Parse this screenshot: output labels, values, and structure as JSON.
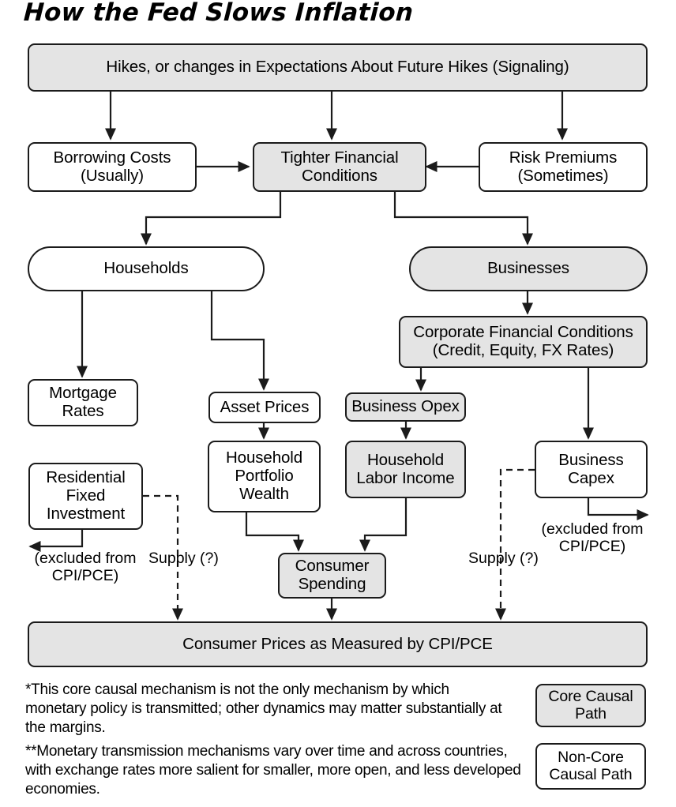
{
  "title": "How the Fed Slows Inflation",
  "nodes": {
    "hikes": "Hikes, or changes in Expectations About Future Hikes (Signaling)",
    "borrowing_costs": "Borrowing Costs\n(Usually)",
    "tighter_financial_conditions": "Tighter Financial\nConditions",
    "risk_premiums": "Risk Premiums\n(Sometimes)",
    "households": "Households",
    "businesses": "Businesses",
    "mortgage_rates": "Mortgage\nRates",
    "asset_prices": "Asset Prices",
    "corporate_financial_conditions": "Corporate Financial Conditions\n(Credit, Equity, FX Rates)",
    "business_opex": "Business Opex",
    "residential_fixed_investment": "Residential\nFixed\nInvestment",
    "household_portfolio_wealth": "Household\nPortfolio\nWealth",
    "household_labor_income": "Household\nLabor Income",
    "business_capex": "Business\nCapex",
    "consumer_spending": "Consumer\nSpending",
    "consumer_prices": "Consumer Prices as Measured by CPI/PCE"
  },
  "annotations": {
    "excluded_left": "(excluded from\nCPI/PCE)",
    "excluded_right": "(excluded from\nCPI/PCE)",
    "supply_left": "Supply (?)",
    "supply_right": "Supply (?)"
  },
  "footnotes": {
    "one": "*This core causal mechanism is not the only mechanism by which monetary policy is transmitted; other dynamics may matter substantially at the margins.",
    "two": "**Monetary transmission mechanisms vary over time and across countries, with exchange rates more salient for smaller, more open, and less developed economies."
  },
  "legend": {
    "core": "Core Causal\nPath",
    "non_core": "Non-Core\nCausal Path"
  },
  "colors": {
    "shaded_fill": "#e4e4e4",
    "plain_fill": "#ffffff",
    "stroke": "#1b1b1b",
    "background": "#ffffff"
  }
}
